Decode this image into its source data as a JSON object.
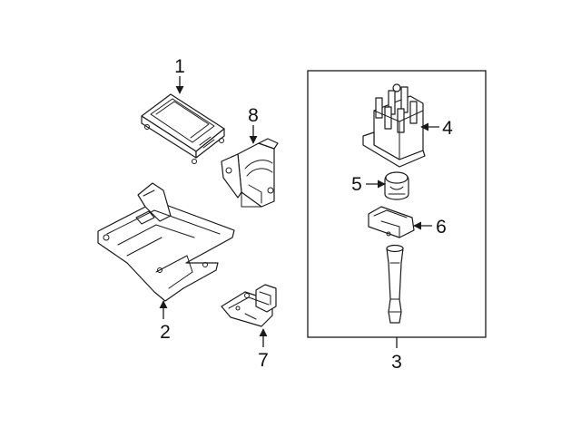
{
  "diagram": {
    "callouts": [
      "1",
      "2",
      "3",
      "4",
      "5",
      "6",
      "7",
      "8"
    ],
    "group_box_includes": [
      "4",
      "5",
      "6"
    ],
    "colors": {
      "line": "#1a1a1a",
      "background": "#ffffff"
    }
  }
}
